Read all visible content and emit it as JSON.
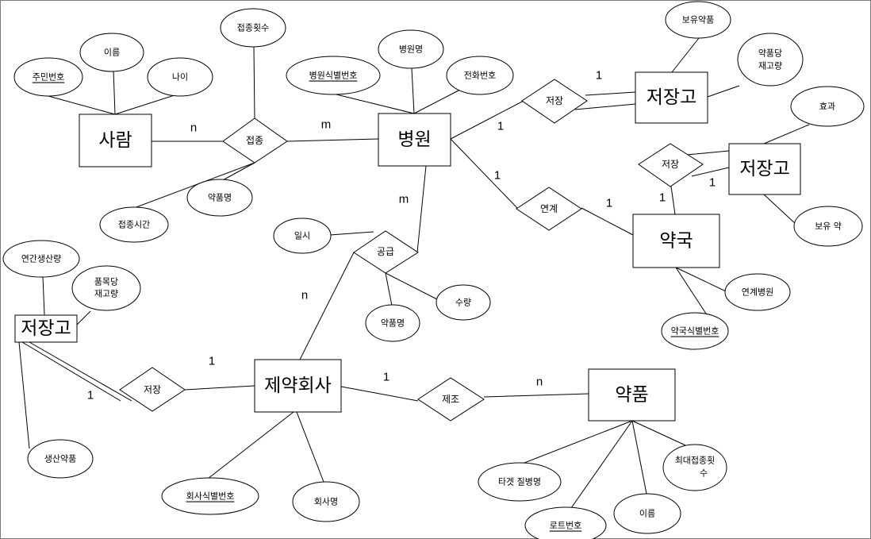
{
  "entities": {
    "person": "사람",
    "hospital": "병원",
    "storage_hospital": "저장고",
    "storage_pharmacy": "저장고",
    "pharmacy": "약국",
    "storage_company": "저장고",
    "company": "제약회사",
    "medicine": "약품"
  },
  "relationships": {
    "vaccinate": "접종",
    "store_hospital": "저장",
    "store_pharmacy": "저장",
    "link": "연계",
    "supply": "공급",
    "store_company": "저장",
    "manufacture": "제조"
  },
  "attributes": {
    "ssn": "주민번호",
    "name_person": "이름",
    "age": "나이",
    "vac_count": "접종횟수",
    "vac_time": "접종시간",
    "vac_drug": "약품명",
    "hospital_id": "병원식별번호",
    "hospital_name": "병원명",
    "phone": "전화번호",
    "held_drugs": "보유약품",
    "stock_per_drug_l1": "약품당",
    "stock_per_drug_l2": "재고량",
    "effect": "효과",
    "held_drug_short": "보유 약",
    "linked_hospital": "연계병원",
    "pharmacy_id": "약국식별번호",
    "supply_date": "일시",
    "supply_drug": "약품명",
    "quantity": "수량",
    "annual_output": "연간생산량",
    "stock_per_item_l1": "품목당",
    "stock_per_item_l2": "재고량",
    "produced_drugs": "생산약품",
    "company_id": "회사식별번호",
    "company_name": "회사명",
    "target_disease": "타겟 질병명",
    "lot_number": "로트번호",
    "drug_name": "이름",
    "max_doses_l1": "최대접종횟",
    "max_doses_l2": "수"
  },
  "cardinalities": {
    "person_vac": "n",
    "hospital_vac": "m",
    "hospital_store": "1",
    "storage_store": "1",
    "hospital_link": "1",
    "pharmacy_link": "1",
    "pharmacy_store": "1",
    "storage_pharm_store": "1",
    "hospital_supply": "m",
    "company_supply": "n",
    "company_store": "1",
    "storage_comp_store": "1",
    "company_manu": "1",
    "medicine_manu": "n"
  }
}
